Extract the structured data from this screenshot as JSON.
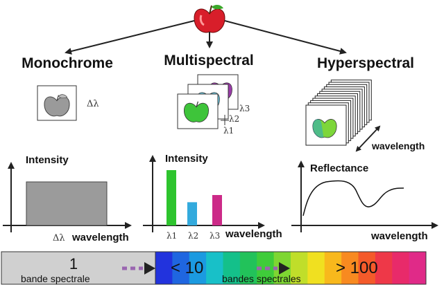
{
  "categories": {
    "mono": "Monochrome",
    "multi": "Multispectral",
    "hyper": "Hyperspectral"
  },
  "image_labels": {
    "mono_band": "Δλ",
    "l1": "λ1",
    "l2": "λ2",
    "l3": "λ3",
    "hyper_axis": "wavelength"
  },
  "graphs": {
    "mono": {
      "ylabel": "Intensity",
      "band_label": "Δλ",
      "xlabel": "wavelength"
    },
    "multi": {
      "ylabel": "Intensity",
      "xlabel": "wavelength",
      "bars": [
        {
          "label": "λ1",
          "value": 1.0,
          "color": "#2ec42e"
        },
        {
          "label": "λ2",
          "value": 0.42,
          "color": "#33aadd"
        },
        {
          "label": "λ3",
          "value": 0.55,
          "color": "#cc2a88"
        }
      ]
    },
    "hyper": {
      "ylabel": "Reflectance",
      "xlabel": "wavelength"
    }
  },
  "scale": {
    "one": "1",
    "one_caption": "bande spectrale",
    "ten": "< 10",
    "ten_caption": "bandes spectrales",
    "hundred": "> 100",
    "spectrum_colors": [
      "#2233dd",
      "#1f66e0",
      "#1b9ae0",
      "#18c0c8",
      "#14c08a",
      "#22c25a",
      "#3fcc3a",
      "#7ed632",
      "#c0de2a",
      "#f0e020",
      "#f8b81c",
      "#f88a20",
      "#f45a2a",
      "#ee3848",
      "#e82a6a",
      "#e02a88"
    ],
    "arrow_color": "#9a66b0"
  },
  "colors": {
    "apple_red": "#d81e2a",
    "apple_gray": "#9a9a9a",
    "mono_bar": "#9b9b9b"
  }
}
